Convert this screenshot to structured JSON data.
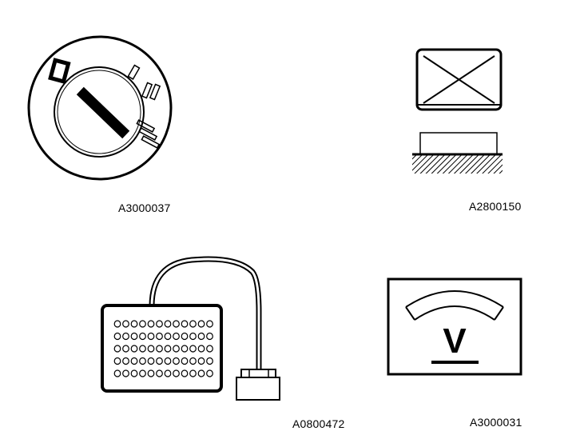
{
  "figures": [
    {
      "id": "ignition-switch",
      "code": "A3000037",
      "icon": "ignition-switch-icon"
    },
    {
      "id": "relay",
      "code": "A2800150",
      "icon": "relay-icon"
    },
    {
      "id": "breakout-box",
      "code": "A0800472",
      "icon": "breakout-box-icon"
    },
    {
      "id": "voltmeter",
      "code": "A3000031",
      "icon": "voltmeter-icon",
      "symbol": "V"
    }
  ]
}
